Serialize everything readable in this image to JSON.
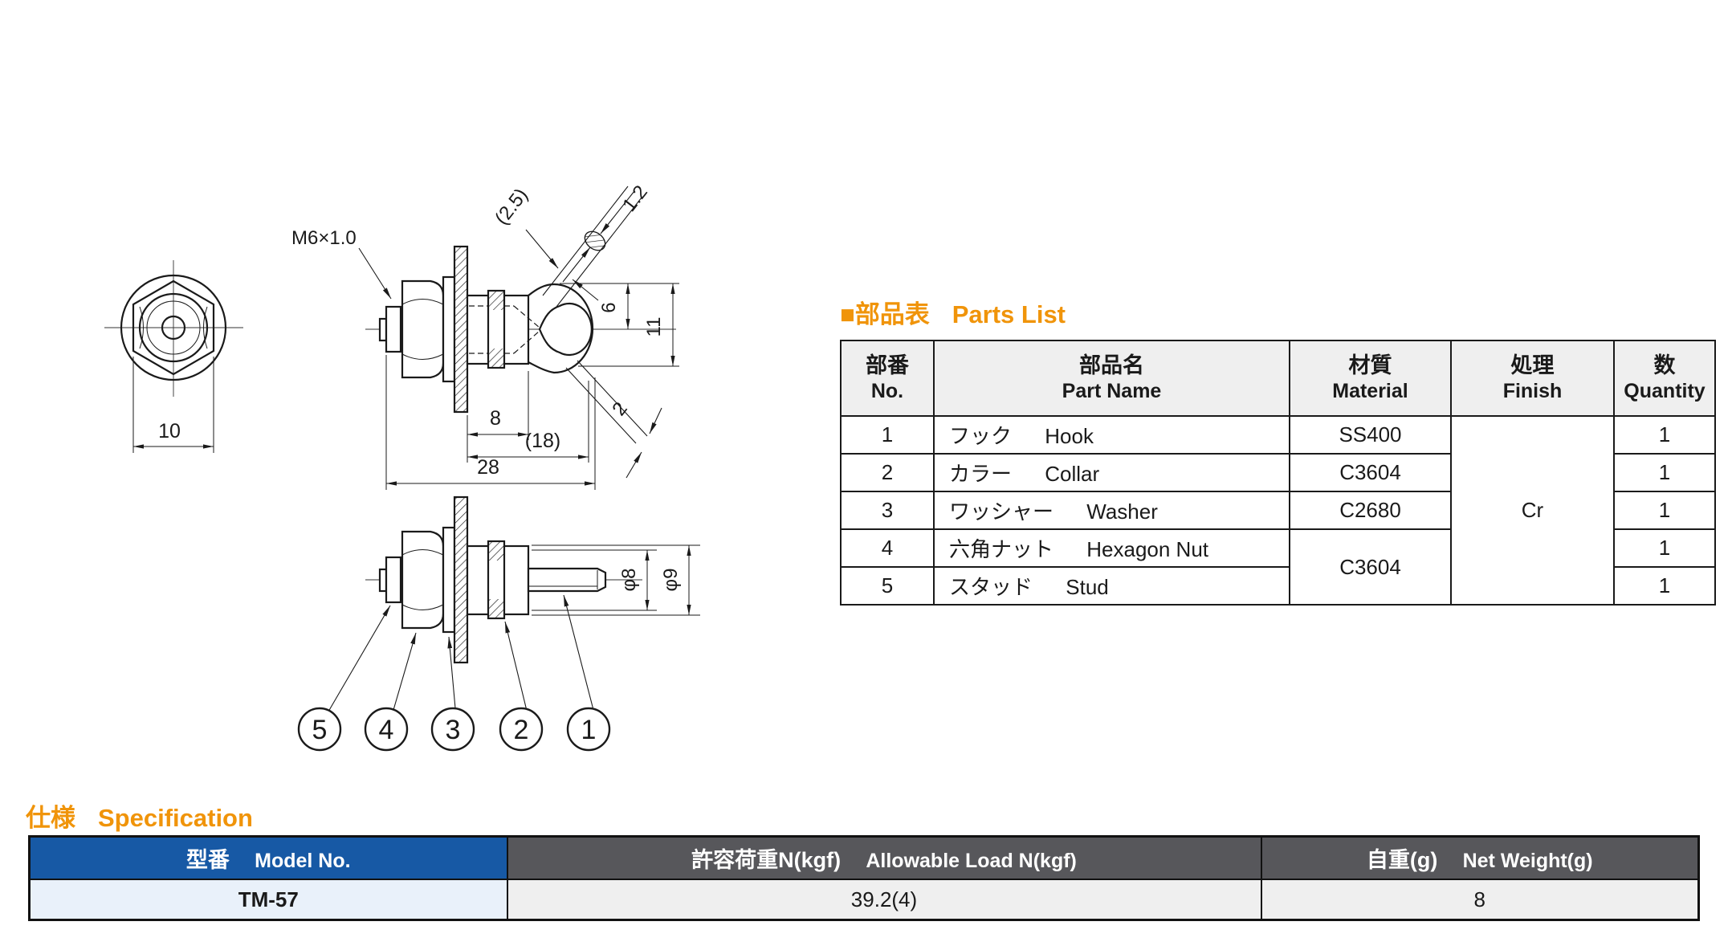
{
  "colors": {
    "accent_orange": "#F0940A",
    "spec_blue_header": "#1759A5",
    "spec_blue_row": "#E9F1FA",
    "spec_gray_header": "#57575B",
    "spec_gray_row": "#EFEFEF",
    "parts_header_bg": "#EFEFEF",
    "line": "#1A1A1A"
  },
  "drawing": {
    "thread_label": "M6×1.0",
    "dims": {
      "front_width": "10",
      "wire_dia": "(2.5)",
      "wire_flat": "1.2",
      "hook_inner_height": "6",
      "hook_outer_height": "11",
      "hook_tip_gap": "2",
      "panel_to_collar": "8",
      "protrusion": "(18)",
      "total_length": "28",
      "stud_dia": "φ8",
      "collar_dia": "φ9"
    },
    "balloons": [
      "5",
      "4",
      "3",
      "2",
      "1"
    ]
  },
  "parts_list": {
    "title_jp": "■部品表",
    "title_en": "Parts List",
    "headers": {
      "no_jp": "部番",
      "no_en": "No.",
      "name_jp": "部品名",
      "name_en": "Part Name",
      "material_jp": "材質",
      "material_en": "Material",
      "finish_jp": "処理",
      "finish_en": "Finish",
      "qty_jp": "数",
      "qty_en": "Quantity"
    },
    "rows": [
      {
        "no": "1",
        "name_jp": "フック",
        "name_en": "Hook",
        "material": "SS400",
        "qty": "1"
      },
      {
        "no": "2",
        "name_jp": "カラー",
        "name_en": "Collar",
        "material": "C3604",
        "qty": "1"
      },
      {
        "no": "3",
        "name_jp": "ワッシャー",
        "name_en": "Washer",
        "material": "C2680",
        "qty": "1"
      },
      {
        "no": "4",
        "name_jp": "六角ナット",
        "name_en": "Hexagon Nut",
        "material": "C3604",
        "qty": "1"
      },
      {
        "no": "5",
        "name_jp": "スタッド",
        "name_en": "Stud",
        "qty": "1"
      }
    ],
    "finish_merged": "Cr"
  },
  "specification": {
    "title_jp": "仕様",
    "title_en": "Specification",
    "columns": [
      {
        "header_jp": "型番",
        "header_en": "Model No.",
        "value": "TM-57"
      },
      {
        "header_jp": "許容荷重N(kgf)",
        "header_en": "Allowable Load N(kgf)",
        "value": "39.2(4)"
      },
      {
        "header_jp": "自重(g)",
        "header_en": "Net Weight(g)",
        "value": "8"
      }
    ]
  }
}
